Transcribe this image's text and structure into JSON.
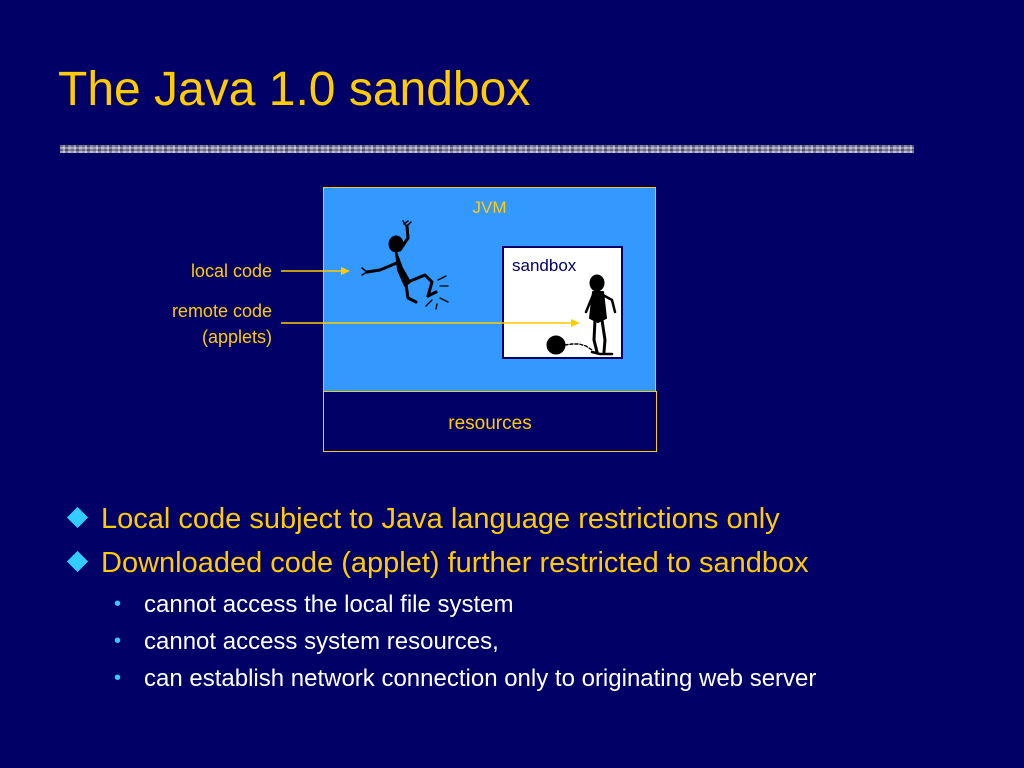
{
  "slide": {
    "title": "The Java 1.0 sandbox"
  },
  "diagram": {
    "jvm_label": "JVM",
    "sandbox_label": "sandbox",
    "resources_label": "resources",
    "local_code_label": "local code",
    "remote_code_label_line1": "remote code",
    "remote_code_label_line2": "(applets)"
  },
  "bullets": [
    {
      "text": "Local code subject to Java language restrictions only"
    },
    {
      "text": "Downloaded code (applet) further restricted to sandbox"
    }
  ],
  "sub_bullets": [
    {
      "text": "cannot access the local file system"
    },
    {
      "text": "cannot access system resources,"
    },
    {
      "text": "can establish network connection only to originating web server"
    }
  ],
  "colors": {
    "background": "#000066",
    "title": "#ffcc00",
    "jvm_fill": "#3399ff",
    "bullet_marker": "#33ccff",
    "sub_text": "#ffffff"
  }
}
